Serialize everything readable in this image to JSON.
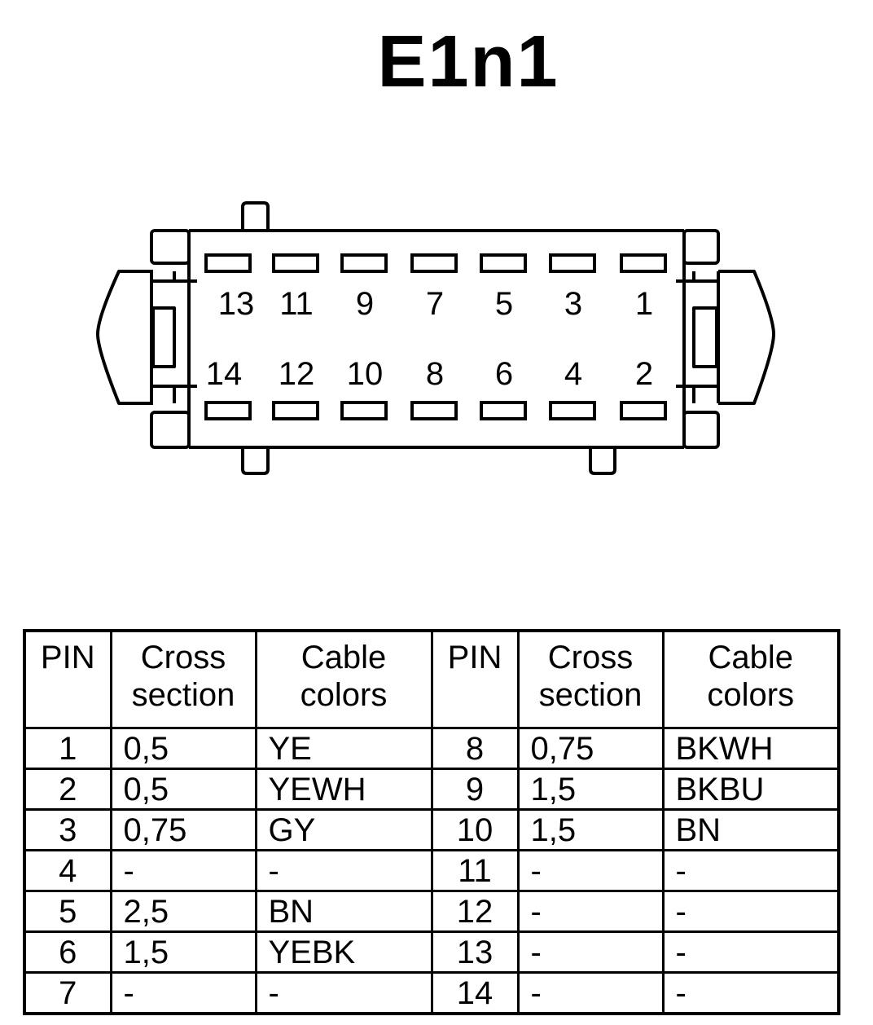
{
  "title": "E1n1",
  "connector": {
    "top_row": [
      "13",
      "11",
      "9",
      "7",
      "5",
      "3",
      "1"
    ],
    "bottom_row": [
      "14",
      "12",
      "10",
      "8",
      "6",
      "4",
      "2"
    ]
  },
  "table": {
    "headers": {
      "pin": "PIN",
      "cross_section_1": "Cross",
      "cross_section_2": "section",
      "cable_colors_1": "Cable",
      "cable_colors_2": "colors"
    },
    "rows": [
      {
        "pin_a": "1",
        "cs_a": "0,5",
        "color_a": "YE",
        "pin_b": "8",
        "cs_b": "0,75",
        "color_b": "BKWH"
      },
      {
        "pin_a": "2",
        "cs_a": "0,5",
        "color_a": "YEWH",
        "pin_b": "9",
        "cs_b": "1,5",
        "color_b": "BKBU"
      },
      {
        "pin_a": "3",
        "cs_a": "0,75",
        "color_a": "GY",
        "pin_b": "10",
        "cs_b": "1,5",
        "color_b": "BN"
      },
      {
        "pin_a": "4",
        "cs_a": "-",
        "color_a": "-",
        "pin_b": "11",
        "cs_b": "-",
        "color_b": "-"
      },
      {
        "pin_a": "5",
        "cs_a": "2,5",
        "color_a": "BN",
        "pin_b": "12",
        "cs_b": "-",
        "color_b": "-"
      },
      {
        "pin_a": "6",
        "cs_a": "1,5",
        "color_a": "YEBK",
        "pin_b": "13",
        "cs_b": "-",
        "color_b": "-"
      },
      {
        "pin_a": "7",
        "cs_a": "-",
        "color_a": "-",
        "pin_b": "14",
        "cs_b": "-",
        "color_b": "-"
      }
    ]
  }
}
